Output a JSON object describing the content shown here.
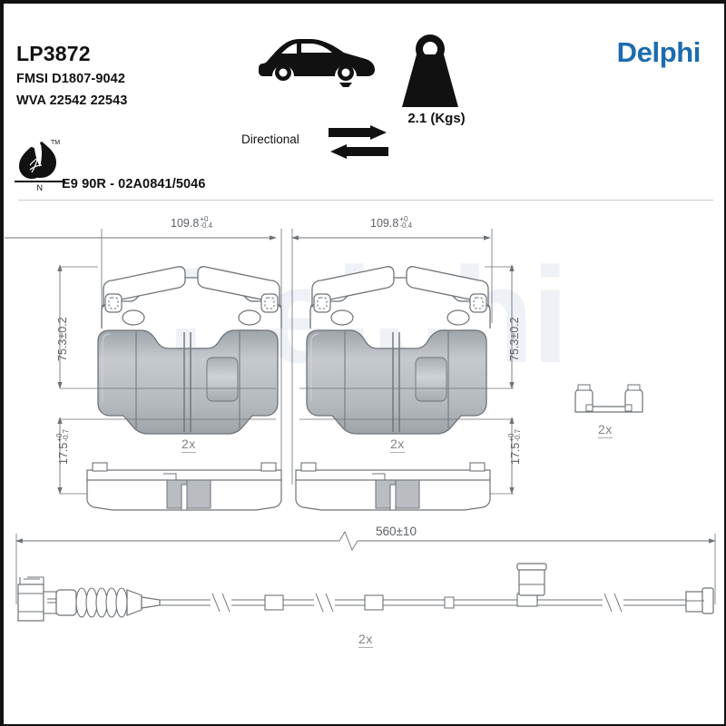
{
  "header": {
    "part_code": "LP3872",
    "fmsi": "FMSI D1807-9042",
    "wva": "WVA 22542 22543",
    "brand": "Delphi",
    "brand_color": "#1b6cb0",
    "directional_label": "Directional",
    "weight_label": "2.1 (Kgs)",
    "eco_mark_letter": "N",
    "eco_trademark": "TM",
    "homologation": "E9 90R - 02A0841/5046",
    "car_icon": "car-side-icon",
    "arrows_icon": "bidirectional-arrows-icon",
    "weight_icon": "weight-kettlebell-icon",
    "eco_icon": "leaf-eco-icon"
  },
  "drawing": {
    "watermark": "Delphi",
    "dimensions": {
      "length_left": "109.8",
      "length_left_tol_upper": "+0",
      "length_left_tol_lower": "-0.4",
      "length_right": "109.8",
      "length_right_tol_upper": "+0",
      "length_right_tol_lower": "-0.4",
      "height_left": "75.3±0.2",
      "height_right": "75.3±0.2",
      "thickness_left": "17.5",
      "thickness_left_tol_upper": "+0",
      "thickness_left_tol_lower": "-0.7",
      "thickness_right": "17.5",
      "thickness_right_tol_upper": "+0",
      "thickness_right_tol_lower": "-0.7",
      "sensor_length": "560±10"
    },
    "quantities": {
      "pad_left": "2x",
      "pad_right": "2x",
      "accessory_clip": "2x",
      "wear_sensor": "2x"
    }
  },
  "colors": {
    "ink": "#111111",
    "line": "#6d7378",
    "friction_light": "#d2d6da",
    "friction_dark": "#a4a9ae",
    "watermark": "#eef1f5",
    "divider": "#c9cdd2",
    "dim_text": "#5c6166"
  }
}
